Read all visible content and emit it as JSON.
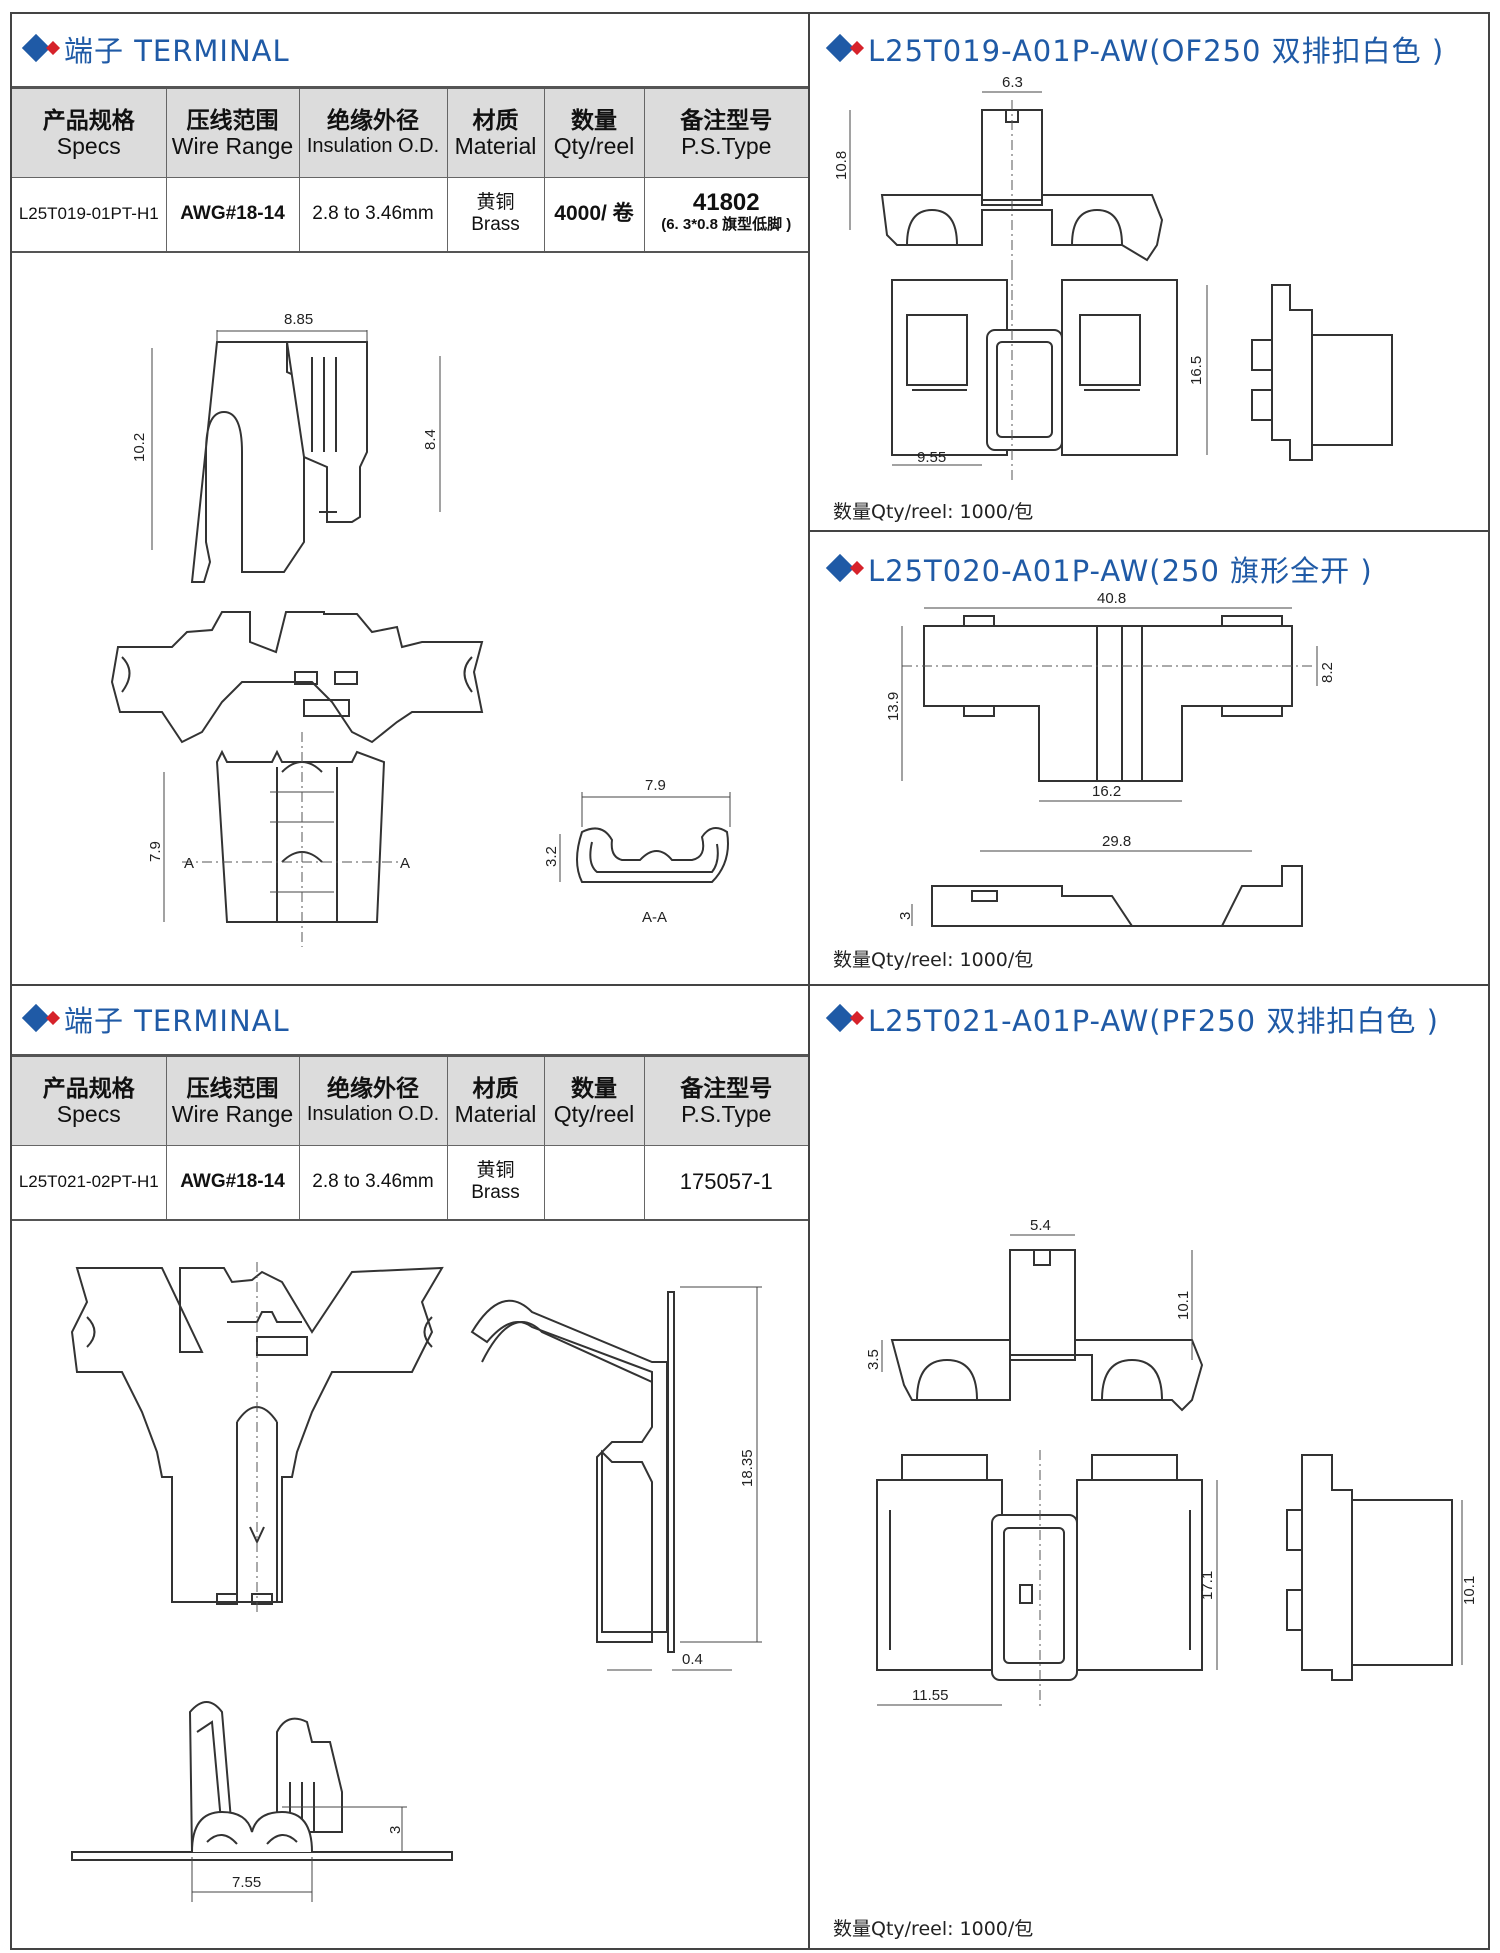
{
  "sections": {
    "top_left": {
      "title": "端子 TERMINAL",
      "table": {
        "headers": [
          {
            "cn": "产品规格",
            "en": "Specs"
          },
          {
            "cn": "压线范围",
            "en": "Wire Range"
          },
          {
            "cn": "绝缘外径",
            "en": "Insulation O.D."
          },
          {
            "cn": "材质",
            "en": "Material"
          },
          {
            "cn": "数量",
            "en": "Qty/reel"
          },
          {
            "cn": "备注型号",
            "en": "P.S.Type"
          }
        ],
        "row": {
          "specs": "L25T019-01PT-H1",
          "wire_range": "AWG#18-14",
          "insulation": "2.8 to 3.46mm",
          "material_cn": "黄铜",
          "material_en": "Brass",
          "qty": "4000/ 卷",
          "type_main": "41802",
          "type_note": "(6. 3*0.8 旗型低脚 )"
        }
      },
      "dims": {
        "w1": "8.85",
        "h1": "10.2",
        "h2": "8.4",
        "h3": "7.9",
        "secw": "7.9",
        "sech": "3.2",
        "secA": "A",
        "secAA": "A-A"
      }
    },
    "top_right_1": {
      "title": "L25T019-A01P-AW(OF250 双排扣白色 )",
      "dims": {
        "d1": "6.3",
        "d2": "10.8",
        "d3": "16.5",
        "d4": "9.55"
      },
      "qty": "数量Qty/reel:  1000/包"
    },
    "top_right_2": {
      "title": "L25T020-A01P-AW(250 旗形全开 )",
      "dims": {
        "d1": "40.8",
        "d2": "13.9",
        "d3": "8.2",
        "d4": "16.2",
        "d5": "29.8",
        "d6": "3"
      },
      "qty": "数量Qty/reel:  1000/包"
    },
    "bottom_left": {
      "title": "端子 TERMINAL",
      "table": {
        "headers": [
          {
            "cn": "产品规格",
            "en": "Specs"
          },
          {
            "cn": "压线范围",
            "en": "Wire Range"
          },
          {
            "cn": "绝缘外径",
            "en": "Insulation O.D."
          },
          {
            "cn": "材质",
            "en": "Material"
          },
          {
            "cn": "数量",
            "en": "Qty/reel"
          },
          {
            "cn": "备注型号",
            "en": "P.S.Type"
          }
        ],
        "row": {
          "specs": "L25T021-02PT-H1",
          "wire_range": "AWG#18-14",
          "insulation": "2.8 to 3.46mm",
          "material_cn": "黄铜",
          "material_en": "Brass",
          "qty": "",
          "type_main": "175057-1"
        }
      },
      "dims": {
        "d1": "18.35",
        "d2": "0.4",
        "d3": "3",
        "d4": "7.55"
      }
    },
    "bottom_right": {
      "title": "L25T021-A01P-AW(PF250 双排扣白色 )",
      "dims": {
        "d1": "5.4",
        "d2": "10.1",
        "d3": "3.5",
        "d4": "17.1",
        "d5": "10.1",
        "d6": "11.55"
      },
      "qty": "数量Qty/reel:  1000/包"
    }
  }
}
